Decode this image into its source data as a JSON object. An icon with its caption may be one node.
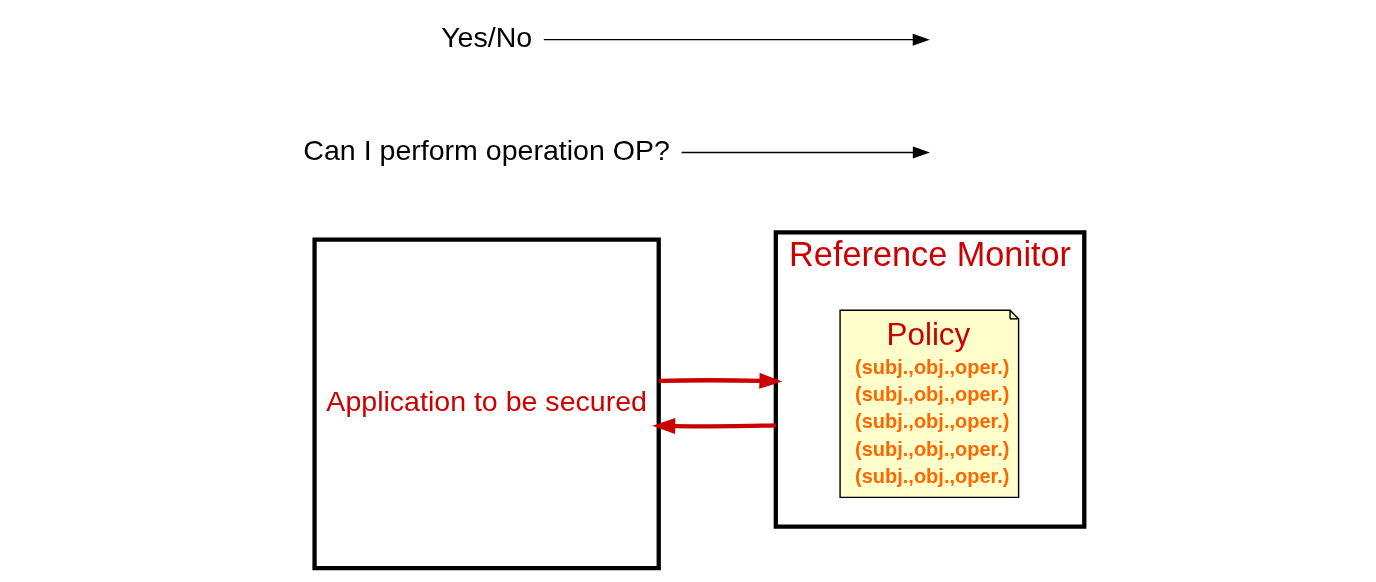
{
  "diagram": {
    "nodes": [
      {
        "text": [
          "Application to be secured"
        ]
      },
      {
        "text": [
          "Reference Monitor"
        ]
      },
      {
        "text": [
          "Policy",
          "(subj.,obj.,oper.)",
          "(subj.,obj.,oper.)",
          "(subj.,obj.,oper.)",
          "(subj.,obj.,oper.)",
          "(subj.,obj.,oper.)"
        ],
        "in": 1
      },
      {
        "text": [
          "Can I perform operation OP?"
        ]
      },
      {
        "text": [
          "Yes/No"
        ]
      }
    ],
    "edges": [
      {
        "from": 0,
        "to": 1,
        "arrow": "to",
        "color": "#cc0000",
        "style": "thick"
      },
      {
        "from": 1,
        "to": 0,
        "arrow": "to",
        "color": "#cc0000",
        "style": "thick"
      },
      {
        "from": 3,
        "to": null,
        "arrow": "to",
        "color": "#000000"
      },
      {
        "from": 4,
        "to": null,
        "arrow": "to",
        "color": "#000000"
      }
    ]
  }
}
